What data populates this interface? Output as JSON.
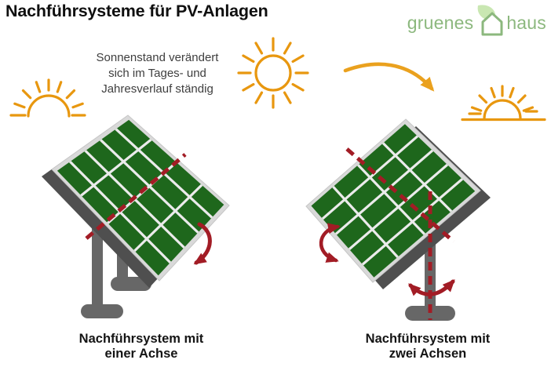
{
  "title": "Nachführsysteme für PV-Anlagen",
  "logo": {
    "first": "gruenes",
    "second": "haus"
  },
  "caption": {
    "line1": "Sonnenstand verändert",
    "line2": "sich im Tages- und",
    "line3": "Jahresverlauf ständig"
  },
  "panels": {
    "left": {
      "label_line1": "Nachführsystem mit",
      "label_line2": "einer Achse",
      "axes_count": 1,
      "grid": "4x5 cells"
    },
    "right": {
      "label_line1": "Nachführsystem mit",
      "label_line2": "zwei Achsen",
      "axes_count": 2,
      "grid": "4x5 cells"
    }
  },
  "icons": {
    "sunrise": "half-sun-with-rays-and-horizon",
    "sun": "full-sun-with-12-rays",
    "sunset": "half-sun-with-rays-and-horizon",
    "sun-path-arrow": "curved-arrow-down-right",
    "tilt-axis": "red-dashed-diagonal-line",
    "vertical-axis": "red-dashed-vertical-line",
    "tilt-rotation-arrow": "red-curved-arrow",
    "pan-rotation-arrow": "red-double-headed-u-arrow",
    "logo-house": "green-outline-house-with-leaf"
  },
  "colors": {
    "accent_orange": "#E8970F",
    "accent_red": "#A21C25",
    "panel_green": "#1E671C",
    "panel_frame": "#D9D9D9",
    "panel_grid_line": "#EBEBEB",
    "panel_side": "#4F4F4F",
    "structure_gray": "#676767",
    "logo_green": "#8CB87E",
    "logo_leaf": "#C9E7B2",
    "title_color": "#0F0F0F",
    "caption_color": "#3E3E3E"
  }
}
